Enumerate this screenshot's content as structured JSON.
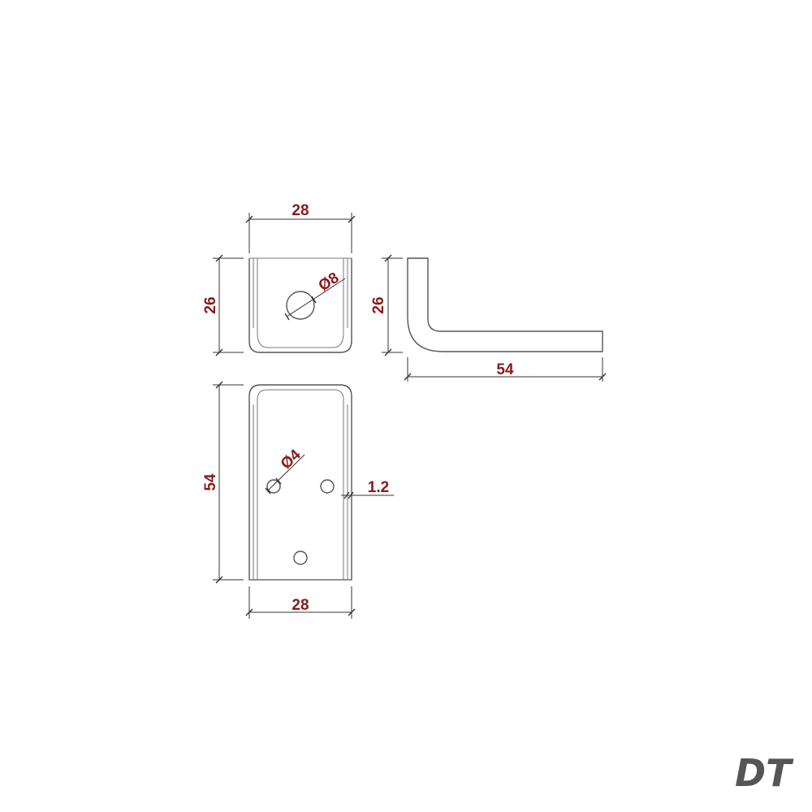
{
  "drawing": {
    "dim_color": "#8b1a1a",
    "line_color": "#555555",
    "dimensions": {
      "top_width": "28",
      "top_height": "26",
      "hole_large": "Ø8",
      "side_height": "26",
      "side_length": "54",
      "front_height": "54",
      "hole_small": "Ø4",
      "thickness": "1.2",
      "front_width": "28"
    },
    "logo_text": "DT"
  }
}
